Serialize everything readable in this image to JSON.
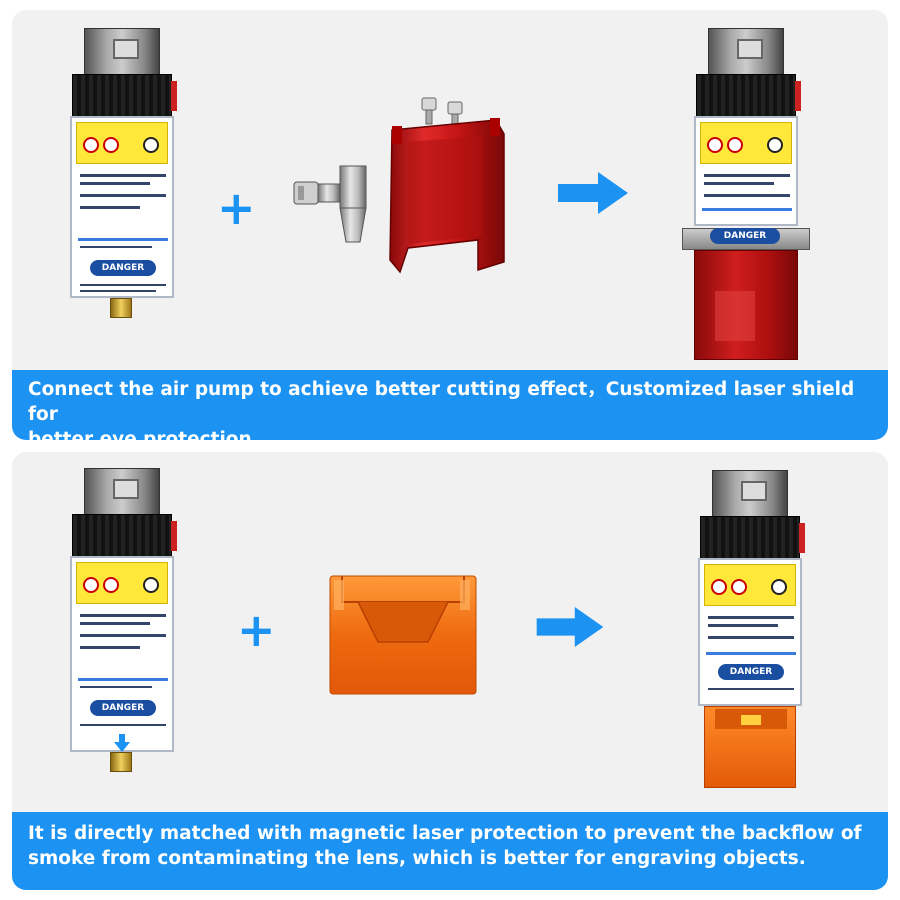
{
  "panels": [
    {
      "caption_line1": "Connect the air pump to achieve better cutting effect，Customized laser shield for",
      "caption_line2": "better eye protection."
    },
    {
      "caption_line1": "It is directly matched with magnetic laser protection to prevent the backflow of",
      "caption_line2": "smoke from contaminating the lens, which is better for engraving objects."
    }
  ],
  "symbols": {
    "plus": "+"
  },
  "module_label": {
    "danger": "DANGER"
  },
  "colors": {
    "accent_blue": "#1c93f2",
    "panel_bg": "#f1f1f1",
    "shield_red": "#c81818",
    "shield_orange": "#ef6a10"
  },
  "icons": [
    "laser-module-image",
    "plus-icon",
    "air-nozzle-image",
    "red-shield-image",
    "arrow-right-icon",
    "assembled-module-image",
    "orange-shield-image"
  ]
}
